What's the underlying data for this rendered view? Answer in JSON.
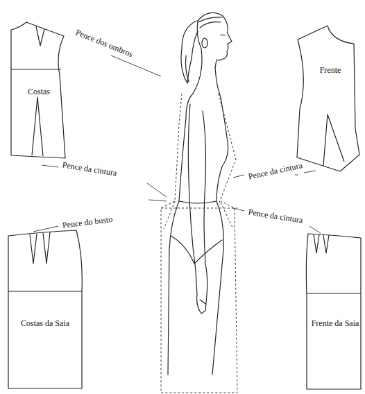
{
  "diagram": {
    "nodes": [
      {
        "text": [
          "Costas"
        ]
      },
      {
        "text": [
          "Frente"
        ]
      },
      {
        "text": [
          "Costas da Saia"
        ]
      },
      {
        "text": [
          "Frente da Saia"
        ]
      }
    ],
    "labels": [
      "Pence dos ombros",
      "Pence da cintura",
      "Pence do busto",
      "Pence da cintura",
      "Pence da cintura"
    ]
  }
}
